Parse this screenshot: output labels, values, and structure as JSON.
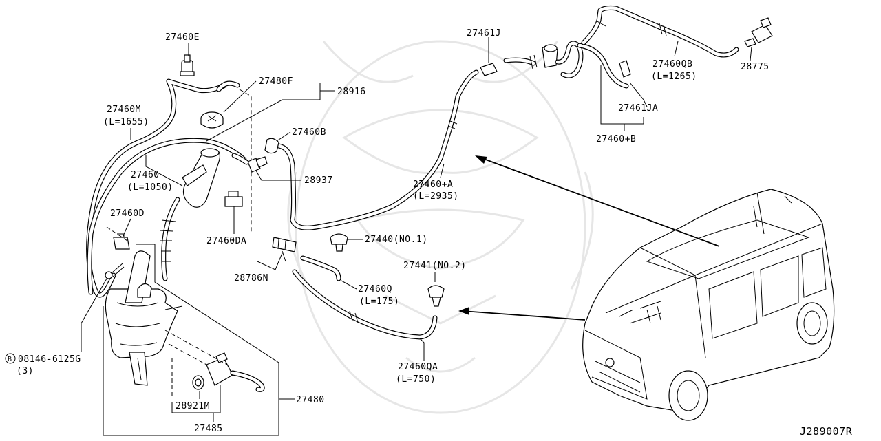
{
  "diagram_code": "J289007R",
  "labels": {
    "p27460E": "27460E",
    "p27480F": "27480F",
    "p28916": "28916",
    "p27460M": "27460M",
    "p27460M_len": "(L=1655)",
    "p27460B": "27460B",
    "p27460": "27460",
    "p27460_len": "(L=1050)",
    "p28937": "28937",
    "p27460D": "27460D",
    "p27460DA": "27460DA",
    "p27440": "27440(NO.1)",
    "p28786N": "28786N",
    "p27460Q": "27460Q",
    "p27460Q_len": "(L=175)",
    "p27441": "27441(NO.2)",
    "p27460QA": "27460QA",
    "p27460QA_len": "(L=750)",
    "p08146_circle": "B",
    "p08146": "08146-6125G",
    "p08146_qty": "(3)",
    "p28921M": "28921M",
    "p27480": "27480",
    "p27485": "27485",
    "p27461J": "27461J",
    "p27460QB": "27460QB",
    "p27460QB_len": "(L=1265)",
    "p28775": "28775",
    "p27461JA": "27461JA",
    "p27460plusB": "27460+B",
    "p27460plusA": "27460+A",
    "p27460plusA_len": "(L=2935)"
  }
}
